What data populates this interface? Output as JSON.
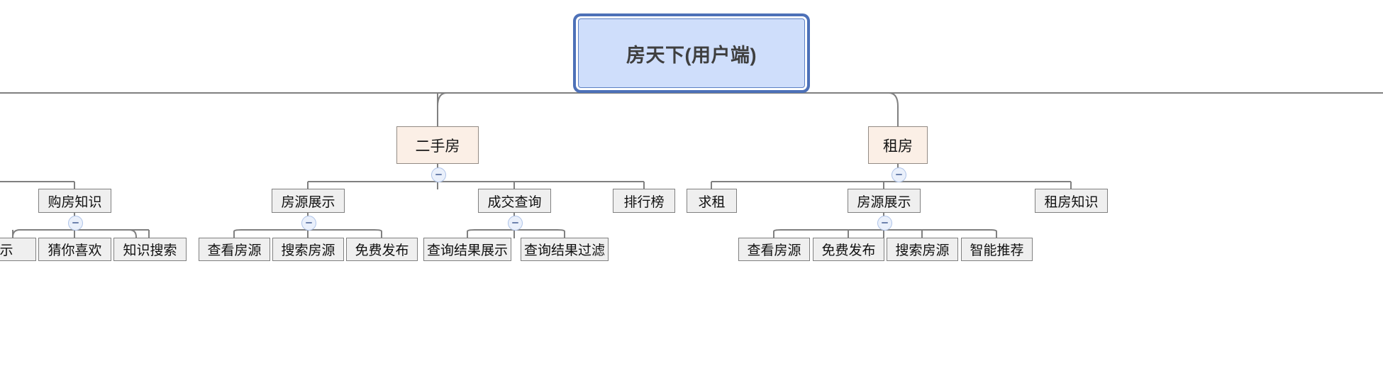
{
  "diagram": {
    "type": "tree-mindmap",
    "title": "房天下(用户端)",
    "colors": {
      "root_fill": "#cfdefb",
      "root_border": "#4d71b8",
      "level2_fill": "#fbefe6",
      "level2_border": "#938b84",
      "leaf_fill": "#efefef",
      "leaf_border": "#808080",
      "connector": "#808080",
      "toggle_fill": "#eaf0fb",
      "toggle_stroke": "#aec3e8",
      "toggle_glyph": "#6d82ad",
      "canvas": "#ffffff"
    }
  },
  "nodes": {
    "root": {
      "label": "房天下(用户端)",
      "level": 1,
      "selected": true
    },
    "ershoufang": {
      "label": "二手房",
      "level": 2,
      "collapsible": true,
      "toggle": "minus"
    },
    "zufang": {
      "label": "租房",
      "level": 2,
      "collapsible": true,
      "toggle": "minus"
    },
    "goufangzhishi": {
      "label": "购房知识",
      "level": 3,
      "collapsible": true,
      "toggle": "minus"
    },
    "fangyuanzhanshi_1": {
      "label": "房源展示",
      "level": 3,
      "collapsible": true,
      "toggle": "minus"
    },
    "chengjiaochaxun": {
      "label": "成交查询",
      "level": 3,
      "collapsible": true,
      "toggle": "minus"
    },
    "paihangbang": {
      "label": "排行榜",
      "level": 3,
      "collapsible": false
    },
    "qiuzu": {
      "label": "求租",
      "level": 3,
      "collapsible": false
    },
    "fangyuanzhanshi_2": {
      "label": "房源展示",
      "level": 3,
      "collapsible": true,
      "toggle": "minus"
    },
    "zufangzhishi": {
      "label": "租房知识",
      "level": 3,
      "collapsible": false
    },
    "zhishizhanshi": {
      "label": "展示",
      "level": 4,
      "clipped": true
    },
    "caiNiXihuan": {
      "label": "猜你喜欢",
      "level": 4
    },
    "zhishisousuo": {
      "label": "知识搜索",
      "level": 4
    },
    "chakanfangyuan_1": {
      "label": "查看房源",
      "level": 4
    },
    "sousuofangyuan_1": {
      "label": "搜索房源",
      "level": 4
    },
    "mianfeifabu_1": {
      "label": "免费发布",
      "level": 4
    },
    "chaxunjieguozhanshi": {
      "label": "查询结果展示",
      "level": 4
    },
    "chaxunjieguoguolv": {
      "label": "查询结果过滤",
      "level": 4
    },
    "chakanfangyuan_2": {
      "label": "查看房源",
      "level": 4
    },
    "mianfeifabu_2": {
      "label": "免费发布",
      "level": 4
    },
    "sousuofangyuan_2": {
      "label": "搜索房源",
      "level": 4
    },
    "zhinengtuijian": {
      "label": "智能推荐",
      "level": 4
    }
  },
  "tree": {
    "root": "房天下(用户端)",
    "children": [
      {
        "label": "二手房",
        "children": [
          {
            "label": "购房知识",
            "children": [
              "展示",
              "猜你喜欢",
              "知识搜索"
            ]
          },
          {
            "label": "房源展示",
            "children": [
              "查看房源",
              "搜索房源",
              "免费发布"
            ]
          },
          {
            "label": "成交查询",
            "children": [
              "查询结果展示",
              "查询结果过滤"
            ]
          },
          {
            "label": "排行榜",
            "children": []
          }
        ]
      },
      {
        "label": "租房",
        "children": [
          {
            "label": "求租",
            "children": []
          },
          {
            "label": "房源展示",
            "children": [
              "查看房源",
              "免费发布",
              "搜索房源",
              "智能推荐"
            ]
          },
          {
            "label": "租房知识",
            "children": []
          }
        ]
      }
    ]
  }
}
